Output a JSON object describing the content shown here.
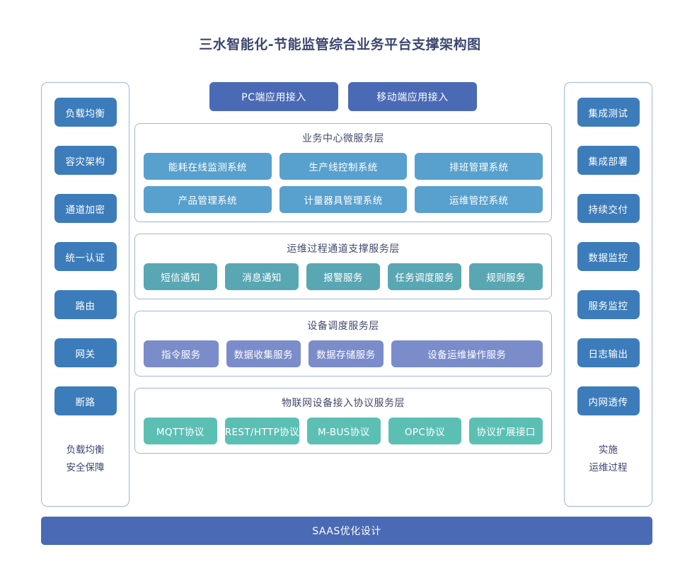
{
  "title": "三水智能化-节能监管综合业务平台支撑架构图",
  "colors": {
    "title_text": "#3c4670",
    "panel_border": "#9fb6d9",
    "sidebar_button": "#3c7cba",
    "access_bar": "#4a6ab5",
    "layer_title_text": "#434a6e",
    "business_chip": "#58a0cd",
    "ops_chip": "#5aa7b4",
    "device_chip": "#7b8ccb",
    "protocol_chip": "#5cbfb4",
    "saas_bar": "#4a6ab5"
  },
  "left_column": {
    "buttons": [
      {
        "label": "负载均衡"
      },
      {
        "label": "容灾架构"
      },
      {
        "label": "通道加密"
      },
      {
        "label": "统一认证"
      },
      {
        "label": "路由"
      },
      {
        "label": "网关"
      },
      {
        "label": "断路"
      }
    ],
    "footer_line1": "负载均衡",
    "footer_line2": "安全保障"
  },
  "right_column": {
    "buttons": [
      {
        "label": "集成测试"
      },
      {
        "label": "集成部署"
      },
      {
        "label": "持续交付"
      },
      {
        "label": "数据监控"
      },
      {
        "label": "服务监控"
      },
      {
        "label": "日志输出"
      },
      {
        "label": "内网透传"
      }
    ],
    "footer_line1": "实施",
    "footer_line2": "运维过程"
  },
  "access_bars": [
    {
      "label": "PC端应用接入"
    },
    {
      "label": "移动端应用接入"
    }
  ],
  "layers": [
    {
      "title": "业务中心微服务层",
      "rows": [
        [
          {
            "label": "能耗在线监测系统"
          },
          {
            "label": "生产线控制系统"
          },
          {
            "label": "排班管理系统"
          }
        ],
        [
          {
            "label": "产品管理系统"
          },
          {
            "label": "计量器具管理系统"
          },
          {
            "label": "运维管控系统"
          }
        ]
      ]
    },
    {
      "title": "运维过程通道支撑服务层",
      "rows": [
        [
          {
            "label": "短信通知"
          },
          {
            "label": "消息通知"
          },
          {
            "label": "报警服务"
          },
          {
            "label": "任务调度服务"
          },
          {
            "label": "规则服务"
          }
        ]
      ]
    },
    {
      "title": "设备调度服务层",
      "rows": [
        [
          {
            "label": "指令服务"
          },
          {
            "label": "数据收集服务"
          },
          {
            "label": "数据存储服务"
          },
          {
            "label": "设备运维操作服务"
          }
        ]
      ]
    },
    {
      "title": "物联网设备接入协议服务层",
      "rows": [
        [
          {
            "label": "MQTT协议"
          },
          {
            "label": "REST/HTTP协议"
          },
          {
            "label": "M-BUS协议"
          },
          {
            "label": "OPC协议"
          },
          {
            "label": "协议扩展接口"
          }
        ]
      ]
    }
  ],
  "saas_bar": {
    "label": "SAAS优化设计"
  }
}
